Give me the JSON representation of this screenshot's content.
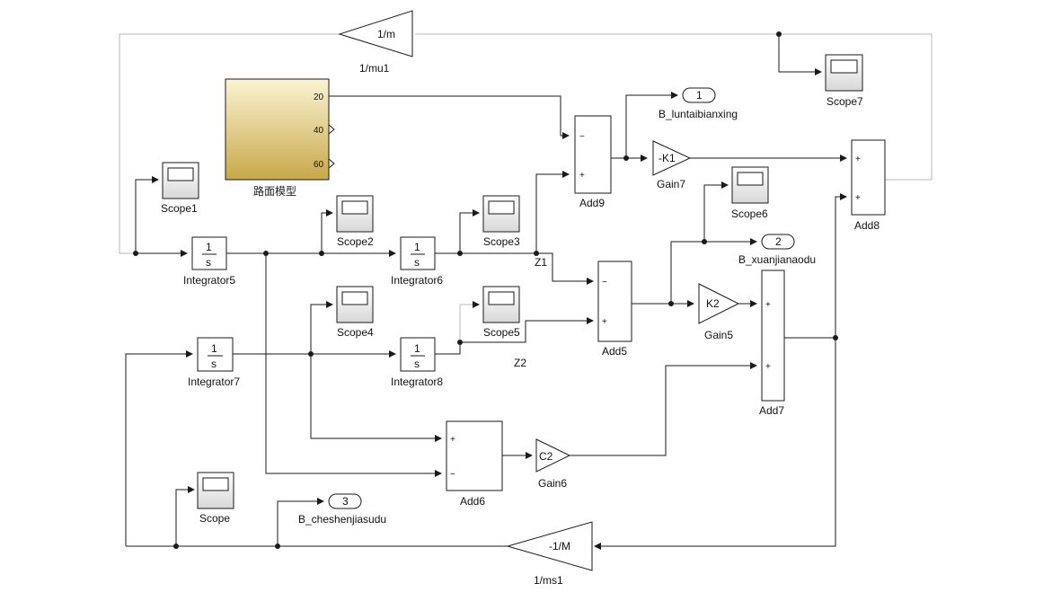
{
  "diagram": {
    "gains": {
      "mu1": {
        "value": "1/m",
        "label": "1/mu1"
      },
      "gain7": {
        "value": "-K1",
        "label": "Gain7"
      },
      "gain5": {
        "value": "K2",
        "label": "Gain5"
      },
      "gain6": {
        "value": "C2",
        "label": "Gain6"
      },
      "ms1": {
        "value": "-1/M",
        "label": "1/ms1"
      }
    },
    "subsystem": {
      "label": "路面模型",
      "ports": [
        "20",
        "40",
        "60"
      ]
    },
    "scopes": {
      "scope": "Scope",
      "scope1": "Scope1",
      "scope2": "Scope2",
      "scope3": "Scope3",
      "scope4": "Scope4",
      "scope5": "Scope5",
      "scope6": "Scope6",
      "scope7": "Scope7"
    },
    "integrators": {
      "symbol_num": "1",
      "symbol_den": "s",
      "int5": "Integrator5",
      "int6": "Integrator6",
      "int7": "Integrator7",
      "int8": "Integrator8"
    },
    "sums": {
      "add5": "Add5",
      "add6": "Add6",
      "add7": "Add7",
      "add8": "Add8",
      "add9": "Add9",
      "plus": "+",
      "minus": "−"
    },
    "outports": [
      {
        "num": "1",
        "label": "B_luntaibianxing"
      },
      {
        "num": "2",
        "label": "B_xuanjianaodu"
      },
      {
        "num": "3",
        "label": "B_cheshenjiasudu"
      }
    ],
    "signals": {
      "z1": "Z1",
      "z2": "Z2"
    }
  },
  "colors": {
    "wire": "#1a1a1a",
    "block_stroke": "#1a1a1a",
    "subsystem_fill_top": "#fbf4d2",
    "subsystem_fill_bottom": "#c8a84a",
    "scope_screen": "#ffffff"
  }
}
